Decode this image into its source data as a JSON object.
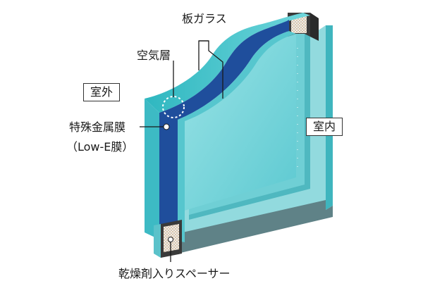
{
  "labels": {
    "plate_glass": "板ガラス",
    "air_layer": "空気層",
    "outdoor": "室外",
    "indoor": "室内",
    "metal_film": "特殊金属膜",
    "lowe_film": "（Low-E膜）",
    "spacer": "乾燥剤入りスペーサー"
  },
  "colors": {
    "glass_face": "#7ED6DC",
    "glass_edge": "#3FBFC8",
    "glass_dark_edge": "#1E9AA6",
    "metal_film": "#1F4E9C",
    "spacer_frame": "#3A3A3A",
    "leader_line": "#1a1a1a",
    "indoor_panel_shadow": "#5E7F86"
  }
}
